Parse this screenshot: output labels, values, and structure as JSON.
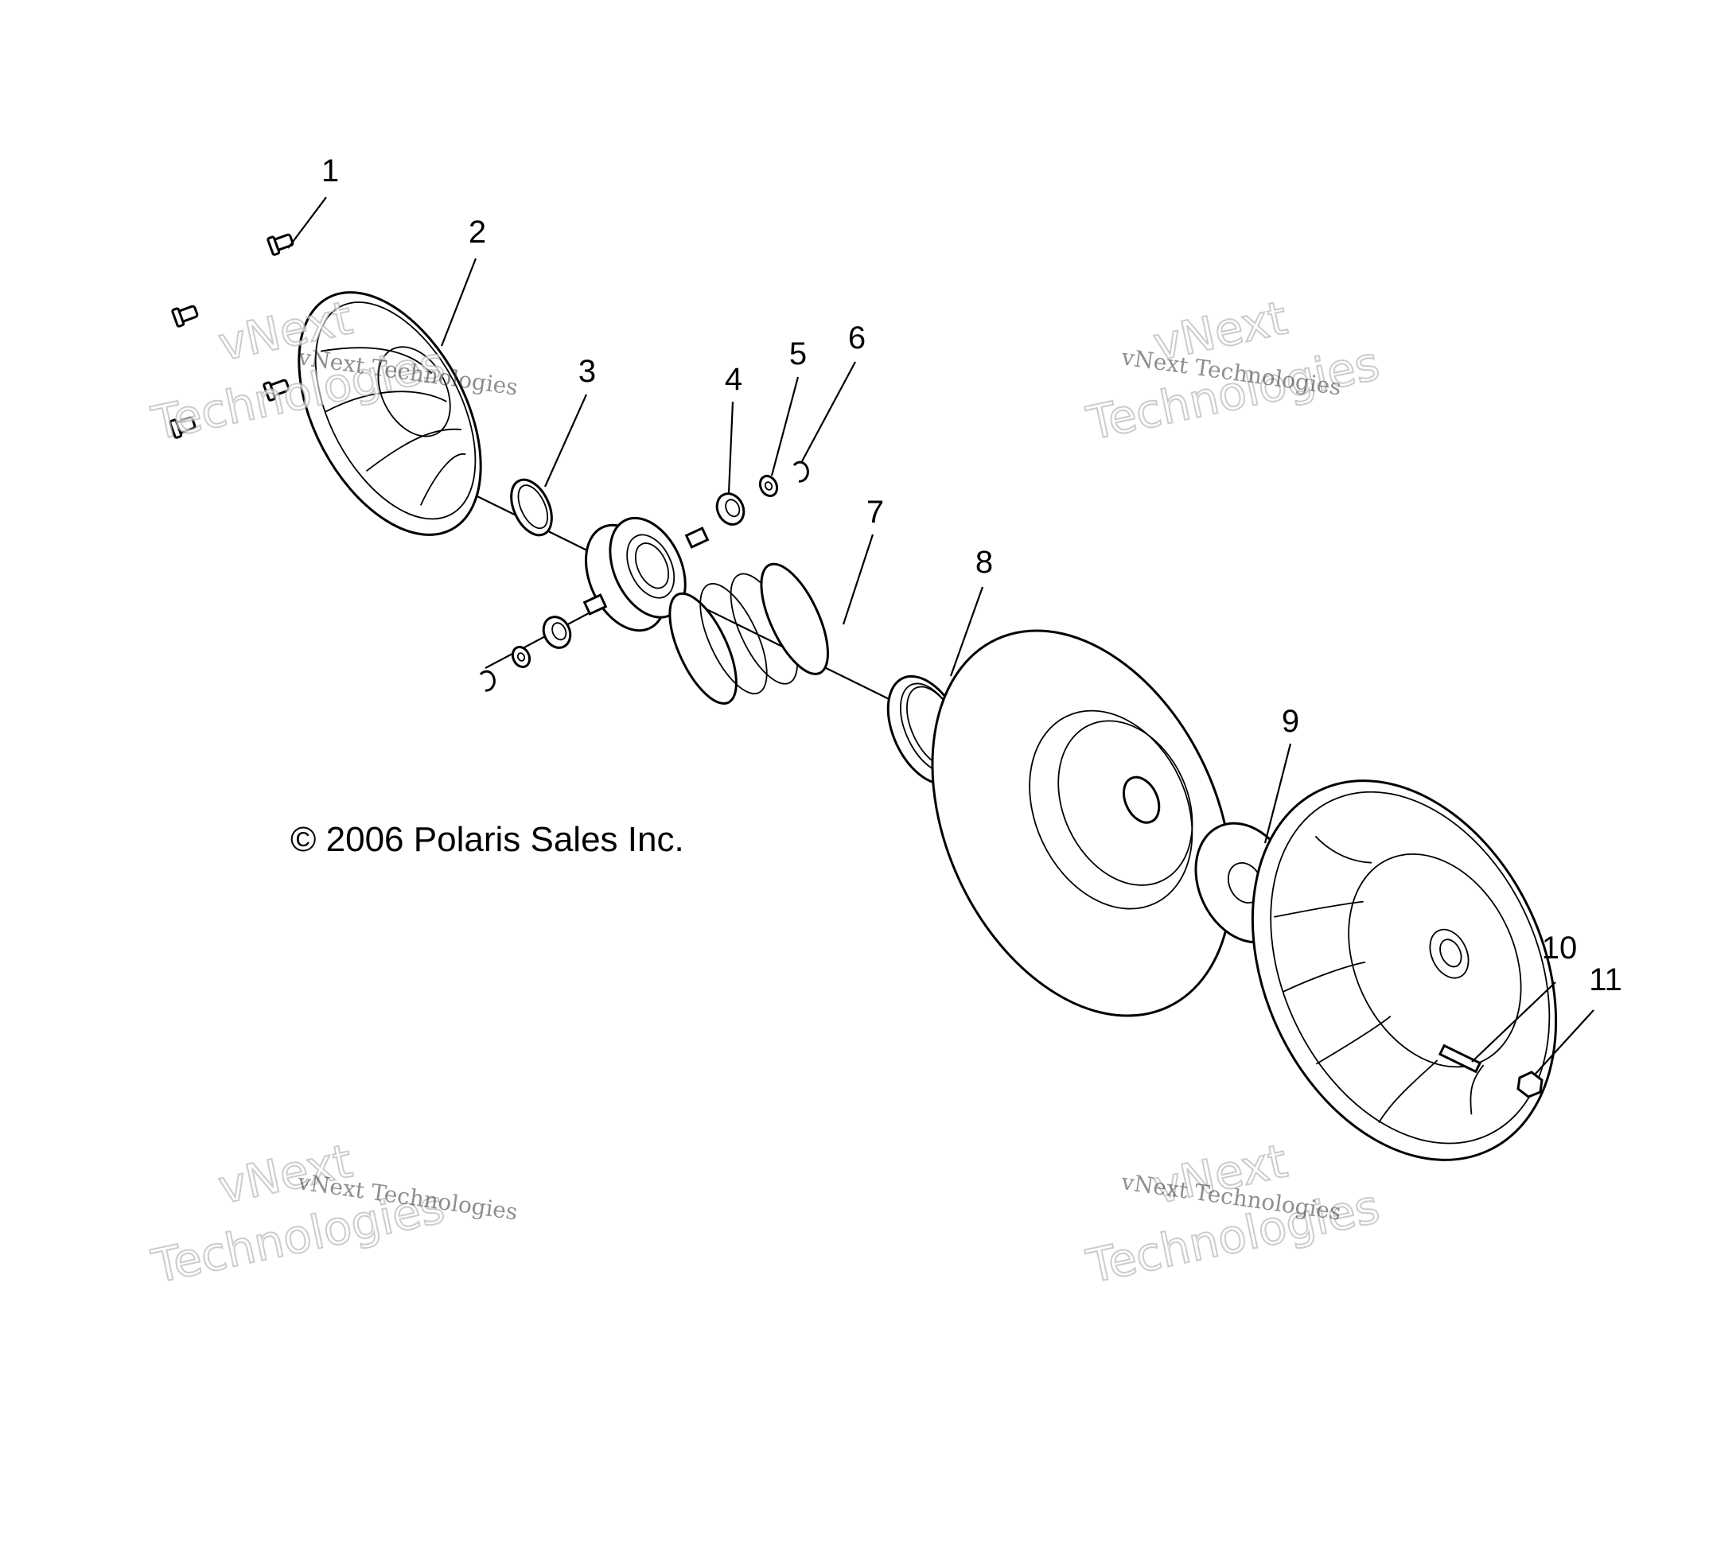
{
  "diagram": {
    "callouts": [
      {
        "id": 1,
        "label": "1"
      },
      {
        "id": 2,
        "label": "2"
      },
      {
        "id": 3,
        "label": "3"
      },
      {
        "id": 4,
        "label": "4"
      },
      {
        "id": 5,
        "label": "5"
      },
      {
        "id": 6,
        "label": "6"
      },
      {
        "id": 7,
        "label": "7"
      },
      {
        "id": 8,
        "label": "8"
      },
      {
        "id": 9,
        "label": "9"
      },
      {
        "id": 10,
        "label": "10"
      },
      {
        "id": 11,
        "label": "11"
      }
    ],
    "copyright": "© 2006 Polaris Sales Inc.",
    "watermark": {
      "line1": "vNext Technologies",
      "line2": "vNext",
      "line3": "Technologies"
    }
  }
}
